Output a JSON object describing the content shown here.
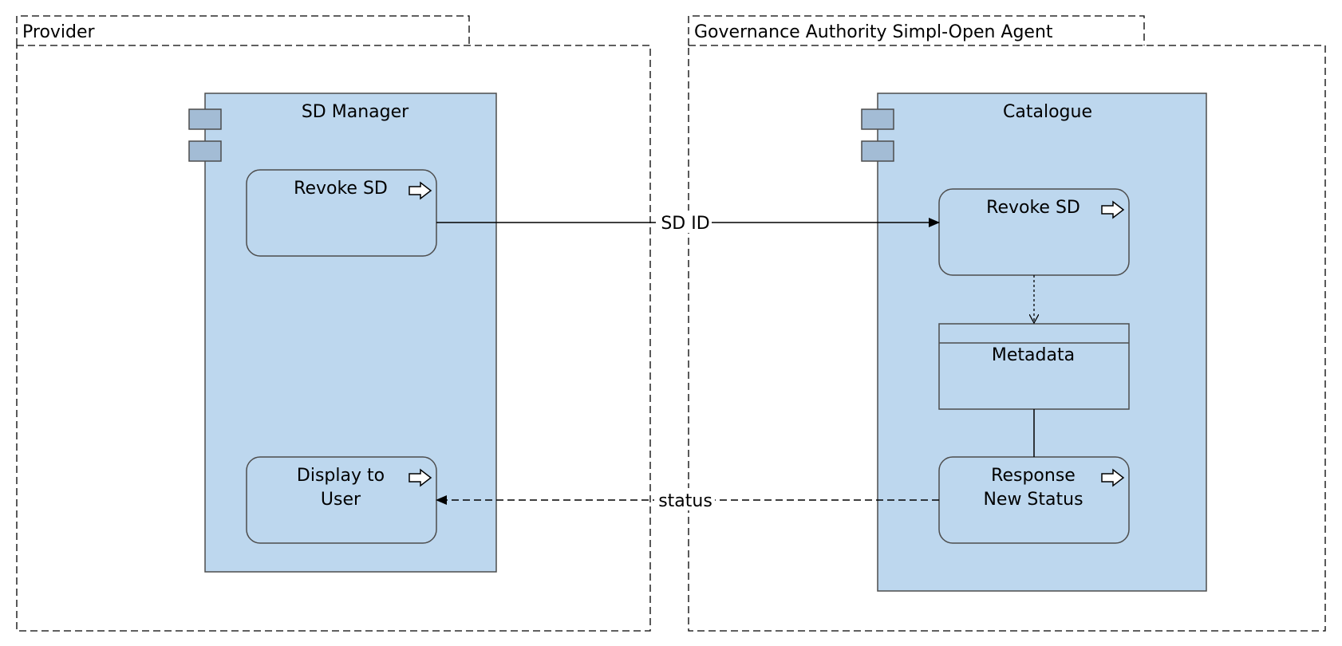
{
  "colors": {
    "component_fill": "#bdd7ee",
    "component_stroke": "#4d4d4d",
    "port_fill": "#a3bcd5",
    "line": "#000000",
    "background": "#ffffff"
  },
  "packages": {
    "provider": {
      "label": "Provider"
    },
    "governance": {
      "label": "Governance Authority Simpl-Open Agent"
    }
  },
  "components": {
    "sd_manager": {
      "title": "SD Manager",
      "actions": {
        "revoke_sd": {
          "label": "Revoke SD",
          "icon": "arrow-right-icon"
        },
        "display_to_user": {
          "line1": "Display to",
          "line2": "User",
          "icon": "arrow-right-icon"
        }
      }
    },
    "catalogue": {
      "title": "Catalogue",
      "actions": {
        "revoke_sd": {
          "label": "Revoke SD",
          "icon": "arrow-right-icon"
        },
        "response_new_status": {
          "line1": "Response",
          "line2": "New Status",
          "icon": "arrow-right-icon"
        }
      },
      "metadata": {
        "label": "Metadata"
      }
    }
  },
  "flows": {
    "sd_id": {
      "label": "SD ID"
    },
    "status": {
      "label": "status"
    }
  }
}
